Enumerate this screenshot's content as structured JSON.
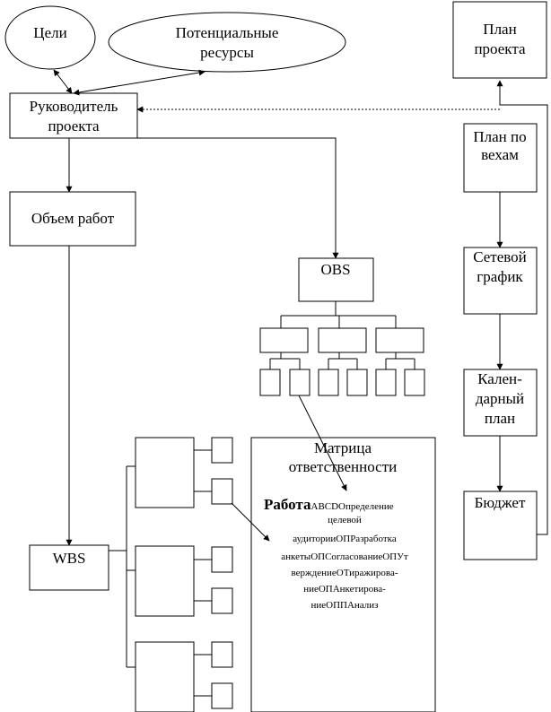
{
  "nodes": {
    "goals": "Цели",
    "resources": [
      "Потенциальные",
      "ресурсы"
    ],
    "manager": [
      "Руководитель",
      "проекта"
    ],
    "scope": "Объем работ",
    "obs": "OBS",
    "wbs": "WBS",
    "project_plan": [
      "План",
      "проекта"
    ],
    "milestone_plan": [
      "План по",
      "вехам"
    ],
    "network": [
      "Сетевой",
      "график"
    ],
    "calendar": [
      "Кален-",
      "дарный",
      "план"
    ],
    "budget": "Бюджет"
  },
  "matrix": {
    "title": [
      "Матрица",
      "ответственности"
    ],
    "content_label": "Работа",
    "content_lines": [
      "ABCDОпределение",
      "целевой",
      "аудиторииОПРазработка",
      "анкетыОПСогласованиеОПУт",
      "верждениеОТиражирова-",
      "ниеОПАнкетирова-",
      "ниеОППАнализ"
    ]
  }
}
